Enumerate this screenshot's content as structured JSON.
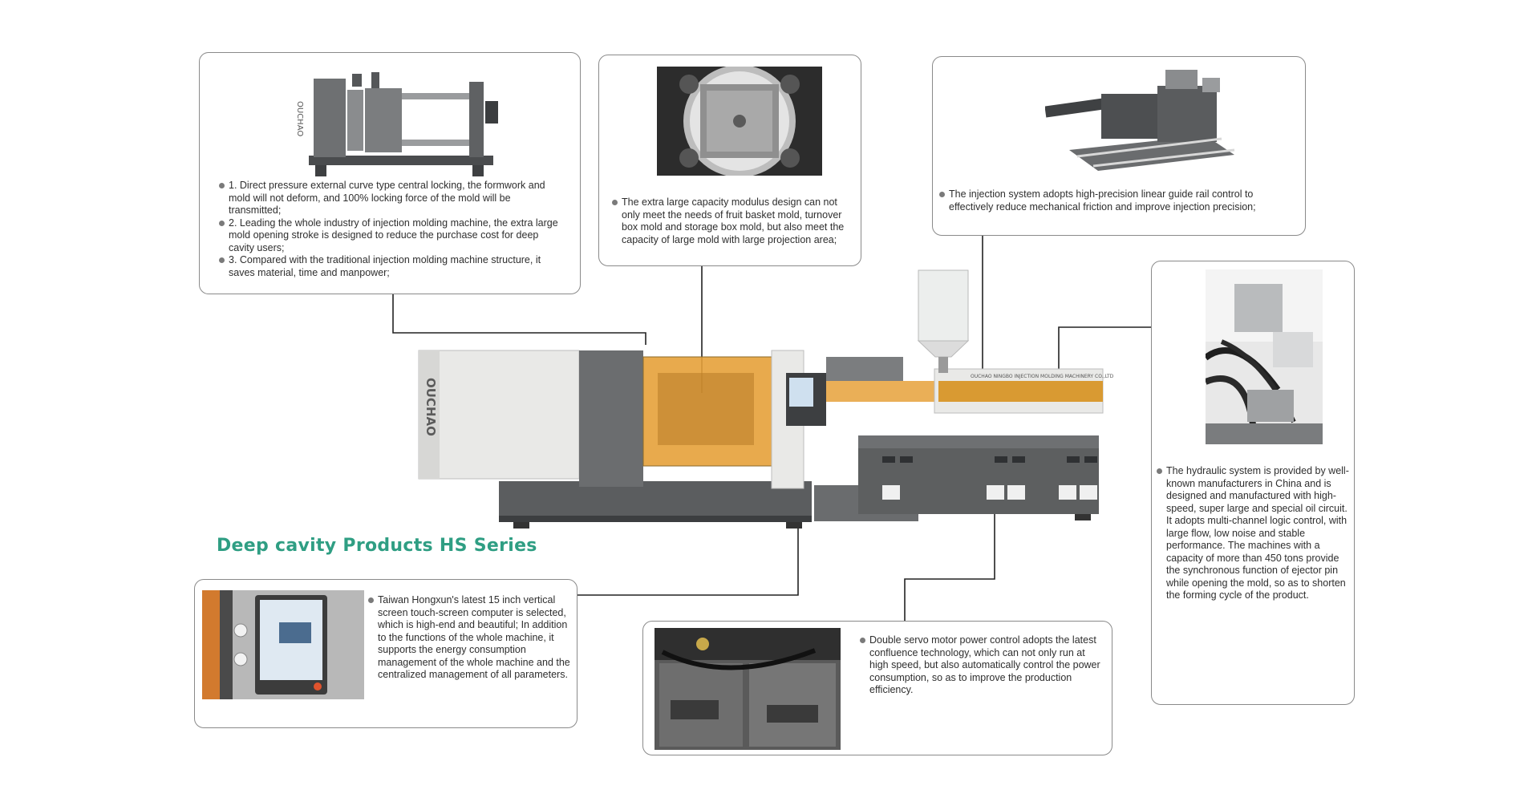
{
  "title": "Deep cavity Products HS Series",
  "brand": "OUCHAO",
  "machine_plate": "OUCHAO NINGBO INJECTION MOLDING MACHINERY CO.,LTD",
  "callouts": {
    "clamping": {
      "items": [
        "1. Direct pressure external curve type central locking, the formwork and mold will not deform, and 100% locking force of the mold will be transmitted;",
        "2. Leading the whole industry of injection molding machine, the extra large mold opening stroke is designed to reduce the purchase cost for deep cavity users;",
        "3. Compared with the traditional injection molding machine structure, it saves material, time and manpower;"
      ]
    },
    "mold": {
      "text": "The extra large capacity modulus design can not only meet the needs of fruit basket mold, turnover box mold and storage box mold, but also meet the capacity of large mold with large projection area;"
    },
    "injection": {
      "text": "The injection system adopts high-precision linear guide rail control to effectively reduce mechanical friction and improve injection precision;"
    },
    "hydraulic": {
      "text": "The hydraulic system is provided by well-known manufacturers in China and is designed and manufactured with high-speed, super large and special oil circuit. It adopts multi-channel logic control, with large flow, low noise and stable performance. The machines with a capacity of more than 450 tons provide the synchronous function of ejector pin while opening the mold, so as to shorten the forming cycle of the product."
    },
    "computer": {
      "text": "Taiwan Hongxun's latest 15 inch vertical screen touch-screen computer is selected, which is high-end and beautiful; In addition to the functions of the whole machine, it supports the energy consumption management of the whole machine and the centralized management of all parameters."
    },
    "servo": {
      "text": "Double servo motor power control adopts the latest confluence technology, which can not only run at high speed, but also automatically control the power consumption, so as to improve the production efficiency."
    }
  },
  "colors": {
    "title": "#2f9e83",
    "border": "#8a8a8a",
    "amber": "#e6a13a",
    "machine_grey": "#5d5f60",
    "panel_light": "#e9e9e7"
  }
}
